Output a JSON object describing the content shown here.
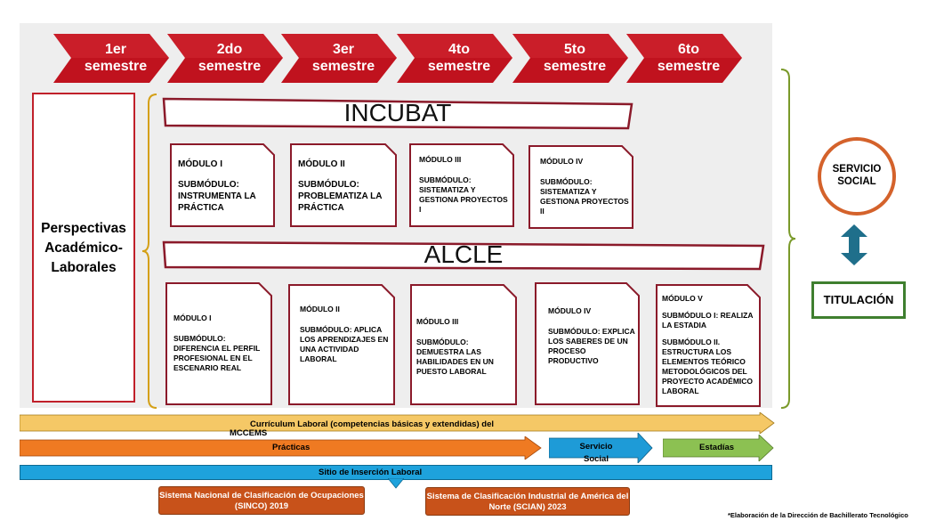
{
  "semesters": [
    {
      "line1": "1er",
      "line2": "semestre"
    },
    {
      "line1": "2do",
      "line2": "semestre"
    },
    {
      "line1": "3er",
      "line2": "semestre"
    },
    {
      "line1": "4to",
      "line2": "semestre"
    },
    {
      "line1": "5to",
      "line2": "semestre"
    },
    {
      "line1": "6to",
      "line2": "semestre"
    }
  ],
  "perspectivas": {
    "line1": "Perspectivas",
    "line2": "Académico-",
    "line3": "Laborales"
  },
  "incubat": {
    "title": "INCUBAT",
    "modules": [
      {
        "title": "MÓDULO I",
        "body": "SUBMÓDULO: INSTRUMENTA LA PRÁCTICA"
      },
      {
        "title": "MÓDULO II",
        "body": "SUBMÓDULO: PROBLEMATIZA LA PRÁCTICA"
      },
      {
        "title": "MÓDULO III",
        "body": "SUBMÓDULO: SISTEMATIZA Y GESTIONA PROYECTOS I"
      },
      {
        "title": "MÓDULO IV",
        "body": "SUBMÓDULO: SISTEMATIZA Y GESTIONA PROYECTOS II"
      }
    ]
  },
  "alcle": {
    "title": "ALCLE",
    "modules": [
      {
        "title": "MÓDULO I",
        "body": "SUBMÓDULO: DIFERENCIA EL PERFIL PROFESIONAL EN EL ESCENARIO REAL"
      },
      {
        "title": "MÓDULO II",
        "body": "SUBMÓDULO: APLICA LOS APRENDIZAJES EN UNA ACTIVIDAD LABORAL"
      },
      {
        "title": "MÓDULO III",
        "body": "SUBMÓDULO: DEMUESTRA LAS HABILIDADES EN UN PUESTO LABORAL"
      },
      {
        "title": "MÓDULO IV",
        "body": "SUBMÓDULO: EXPLICA LOS SABERES DE UN PROCESO PRODUCTIVO"
      },
      {
        "title": "MÓDULO V",
        "body": "SUBMÓDULO I: REALIZA LA ESTADIA",
        "body2": "SUBMÓDULO II. ESTRUCTURA LOS ELEMENTOS TEÓRICO METODOLÓGICOS DEL PROYECTO ACADÉMICO LABORAL"
      }
    ]
  },
  "servicio_social": {
    "line1": "SERVICIO",
    "line2": "SOCIAL"
  },
  "titulacion": "TITULACIÓN",
  "arrows": {
    "curriculum": {
      "line1": "Currículum Laboral (competencias básicas y extendidas) del",
      "line2": "MCCEMS"
    },
    "practicas": "Prácticas",
    "servicio": {
      "line1": "Servicio",
      "line2": "Social"
    },
    "estadias": "Estadías",
    "sitio": "Sitio de Inserción Laboral"
  },
  "sinco": "Sistema Nacional de Clasificación de Ocupaciones (SINCO) 2019",
  "scian": "Sistema de Clasificación Industrial de América del Norte (SCIAN) 2023",
  "footnote": "*Elaboración de la Dirección de Bachillerato Tecnológico",
  "colors": {
    "chevron": "#c0121e",
    "chevron_dark": "#8e0a14",
    "banner_border": "#8b1a2a",
    "card_border": "#8b1a2a",
    "bracket_gold": "#d4a017",
    "bracket_green": "#7a9a2a",
    "curriculum_arrow": "#f5c866",
    "practicas_arrow": "#ef7a22",
    "servicio_arrow": "#1e9bd7",
    "estadias_arrow": "#8cc152",
    "sitio_arrow": "#1ea2dc",
    "orange_box": "#c8521a",
    "double_arrow": "#1f6f8b"
  }
}
